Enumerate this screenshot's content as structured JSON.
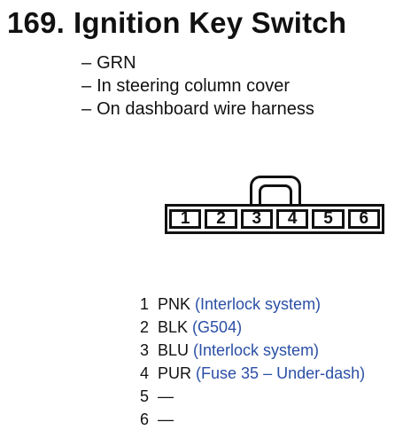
{
  "header": {
    "number": "169.",
    "title": "Ignition Key Switch"
  },
  "notes": [
    {
      "dash": "–",
      "text": "GRN"
    },
    {
      "dash": "–",
      "text": "In steering column cover"
    },
    {
      "dash": "–",
      "text": "On dashboard wire harness"
    }
  ],
  "connector": {
    "pins": [
      "1",
      "2",
      "3",
      "4",
      "5",
      "6"
    ]
  },
  "wires": [
    {
      "pin": "1",
      "color": "PNK",
      "desc": "(Interlock system)"
    },
    {
      "pin": "2",
      "color": "BLK",
      "desc": "(G504)"
    },
    {
      "pin": "3",
      "color": "BLU",
      "desc": "(Interlock system)"
    },
    {
      "pin": "4",
      "color": "PUR",
      "desc": "(Fuse 35 – Under-dash)"
    },
    {
      "pin": "5",
      "color": "—",
      "desc": ""
    },
    {
      "pin": "6",
      "color": "—",
      "desc": ""
    }
  ],
  "colors": {
    "text": "#111111",
    "description": "#2b4fa6"
  }
}
